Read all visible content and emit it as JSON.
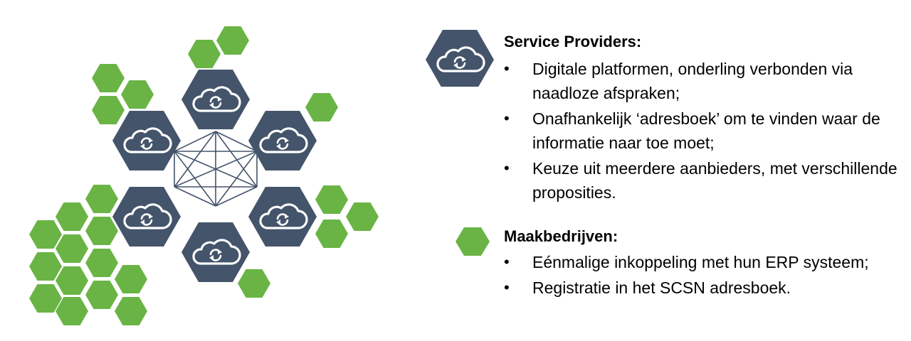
{
  "colors": {
    "provider": "#44546a",
    "maker": "#6ab445",
    "line": "#44546a",
    "cloud": "#ffffff"
  },
  "icons": {
    "provider": "cloud-sync-icon",
    "maker": "hexagon-icon"
  },
  "legend": {
    "providers": {
      "title": "Service Providers:",
      "bullets": [
        "Digitale platformen, onderling verbonden via naadloze afspraken;",
        "Onafhankelijk ‘adresboek’ om te vinden waar de informatie naar toe moet;",
        "Keuze uit meerdere aanbieders, met verschillende proposities."
      ]
    },
    "makers": {
      "title": "Maakbedrijven:",
      "bullets": [
        "Eénmalige inkoppeling met hun ERP systeem;",
        "Registratie in het SCSN adresboek."
      ]
    }
  }
}
